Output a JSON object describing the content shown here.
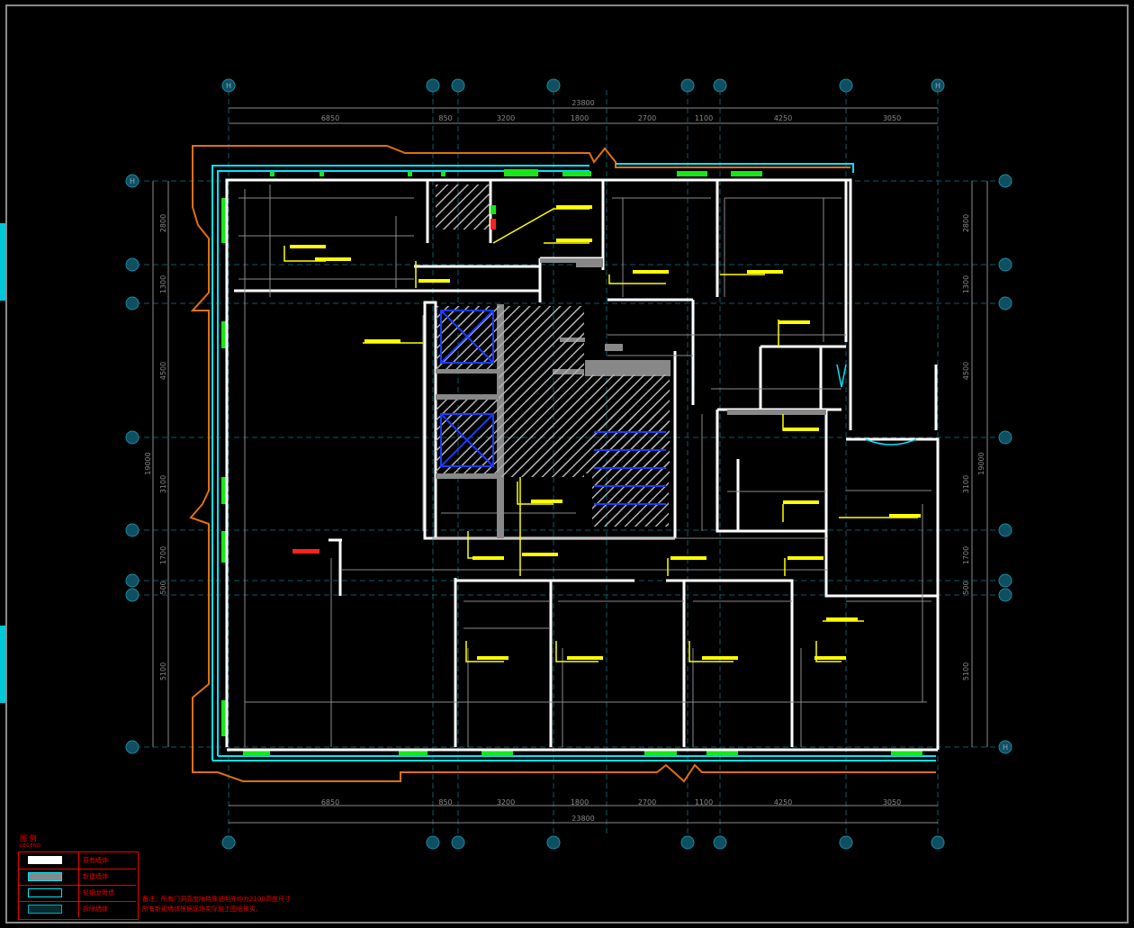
{
  "drawing": {
    "type": "architectural floor plan",
    "overall_width_label": "23800",
    "overall_height_label": "19000",
    "grid_bubble_text": "H",
    "colors": {
      "background": "#000000",
      "frame": "#8a8a8a",
      "axis_line": "#0e5a6a",
      "dimension": "#8a8a8a",
      "wall": "#ffffff",
      "glass_wall": "#00e5ff",
      "window": "#19e619",
      "balcony_outline": "#e07010",
      "callout": "#ffff00",
      "red_tag": "#ff2020",
      "hatch": "#bbbbbb",
      "blue_mark": "#1a3cff",
      "legend_red": "#e00000"
    }
  },
  "top_dims": {
    "segments": [
      "6850",
      "850",
      "3200",
      "1800",
      "2700",
      "1100",
      "4250",
      "3050"
    ],
    "total": "23800"
  },
  "bottom_dims": {
    "segments": [
      "6850",
      "850",
      "3200",
      "1800",
      "2700",
      "1100",
      "4250",
      "3050"
    ],
    "total": "23800"
  },
  "left_dims": {
    "segments": [
      "2800",
      "1300",
      "4500",
      "3100",
      "1700",
      "500",
      "5100"
    ],
    "total": "19000"
  },
  "right_dims": {
    "segments": [
      "2800",
      "1300",
      "4500",
      "3100",
      "1700",
      "500",
      "5100"
    ],
    "total": "19000"
  },
  "legend": {
    "title": "图 例",
    "subtitle": "LEGEND",
    "rows": [
      {
        "label": "原有墙体",
        "swatch": "white"
      },
      {
        "label": "新建墙体",
        "swatch": "grey"
      },
      {
        "label": "轻钢龙骨墙",
        "swatch": "cyan"
      },
      {
        "label": "拆除墙体",
        "swatch": "cyan-dark"
      }
    ],
    "note_lines": [
      "备注：所有门洞高度除特殊说明外均为2100高度尺寸",
      "所有新砌墙体根据现场实际施工图纸核实。"
    ]
  }
}
